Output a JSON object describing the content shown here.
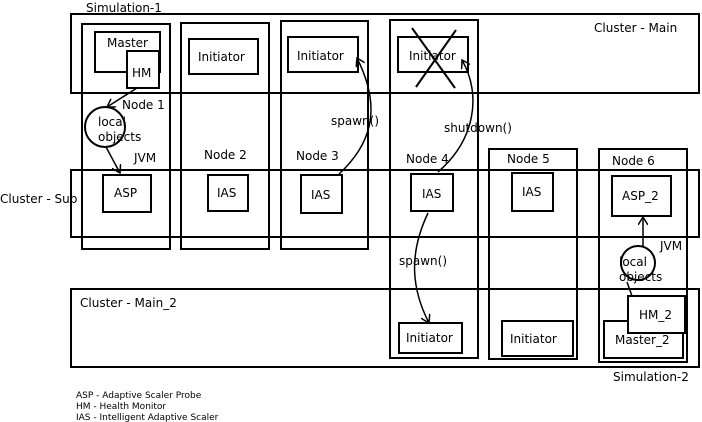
{
  "simulations": {
    "sim1": "Simulation-1",
    "sim2": "Simulation-2"
  },
  "clusters": {
    "main": "Cluster - Main",
    "sub": "Cluster - Sub",
    "main2": "Cluster - Main_2"
  },
  "nodes": {
    "node1": "Node 1",
    "node2": "Node 2",
    "node3": "Node 3",
    "node4": "Node 4",
    "node5": "Node 5",
    "node6": "Node 6"
  },
  "components": {
    "master": "Master",
    "hm": "HM",
    "asp": "ASP",
    "initiator": "Initiator",
    "ias": "IAS",
    "asp2": "ASP_2",
    "hm2": "HM_2",
    "master2": "Master_2",
    "local_line1": "local",
    "local_line2": "objects",
    "jvm": "JVM"
  },
  "actions": {
    "spawn": "spawn()",
    "shutdown": "shutdown()"
  },
  "legend": [
    "ASP - Adaptive Scaler Probe",
    "HM - Health Monitor",
    "IAS - Intelligent Adaptive Scaler"
  ]
}
